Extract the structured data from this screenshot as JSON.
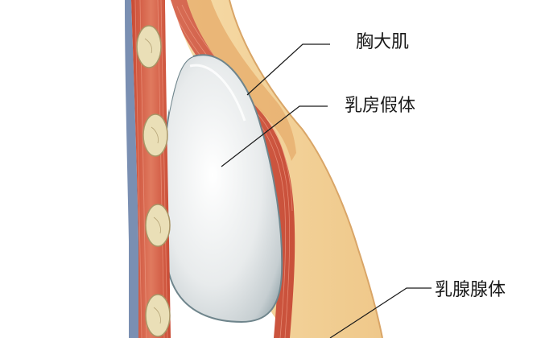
{
  "labels": {
    "pectoralis_major": "胸大肌",
    "breast_implant": "乳房假体",
    "mammary_gland": "乳腺腺体"
  },
  "colors": {
    "skin": "#f0c98f",
    "fat": "#f3d49d",
    "muscle": "#d4573f",
    "muscle_light": "#e4846c",
    "implant": "#e6e9ea",
    "implant_edge": "#7b8e95",
    "rib": "#e9dcb3",
    "chest_wall": "#7a8fb2",
    "leader_line": "#1a1a1a"
  }
}
